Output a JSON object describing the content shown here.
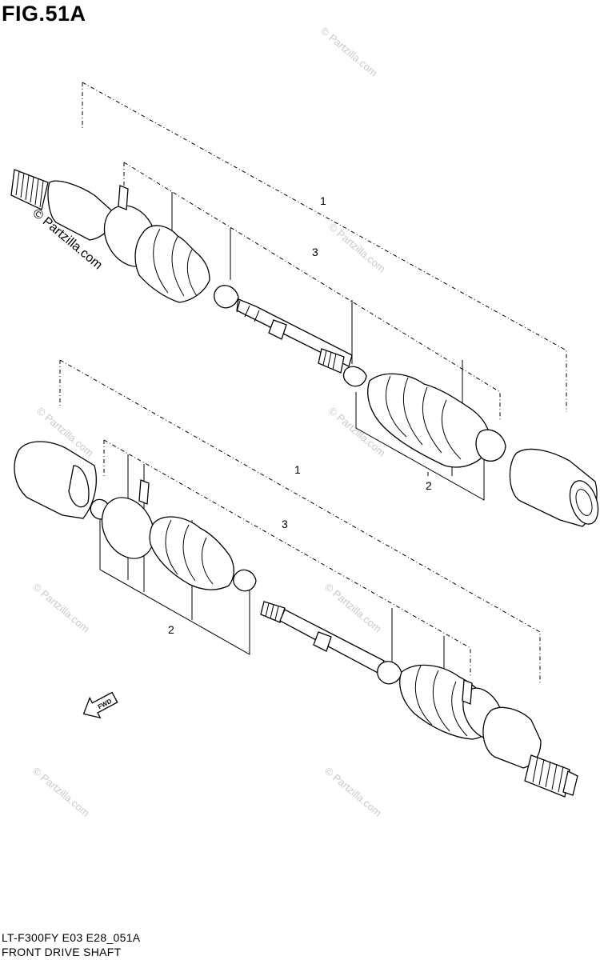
{
  "figure": {
    "title": "FIG.51A",
    "model_code": "LT-F300FY E03 E28_051A",
    "section_name": "FRONT DRIVE SHAFT"
  },
  "callouts": {
    "upper": {
      "assembly": "1",
      "shaft": "3",
      "boot_set": "2"
    },
    "lower": {
      "assembly": "1",
      "shaft": "3",
      "boot_set": "2"
    }
  },
  "direction_marker": {
    "label": "FWD",
    "icon": "front-arrow-icon"
  },
  "watermark": {
    "main": "© Partzilla.com",
    "repeat": "© Partzilla.com"
  }
}
